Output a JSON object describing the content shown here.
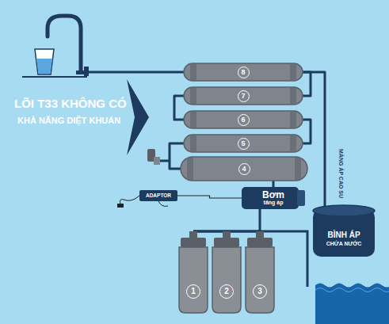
{
  "diagram": {
    "nodes": [
      {
        "text": [
          "8"
        ]
      },
      {
        "text": [
          "7"
        ]
      },
      {
        "text": [
          "6"
        ]
      },
      {
        "text": [
          "5"
        ]
      },
      {
        "text": [
          "4"
        ]
      },
      {
        "text": [
          "Bơm",
          "tăng áp"
        ]
      },
      {
        "text": [
          "BÌNH ÁP",
          "CHỨA NƯỚC"
        ]
      },
      {
        "text": [
          "ADAPTOR"
        ]
      },
      {
        "text": [
          "1"
        ]
      },
      {
        "text": [
          "2"
        ]
      },
      {
        "text": [
          "3"
        ]
      }
    ],
    "edges": [
      {
        "from": 0,
        "to": 1,
        "arrow": "none"
      },
      {
        "from": 1,
        "to": 2,
        "arrow": "none"
      },
      {
        "from": 2,
        "to": 3,
        "arrow": "none"
      },
      {
        "from": 3,
        "to": 4,
        "arrow": "none"
      },
      {
        "from": 4,
        "to": 5,
        "arrow": "none"
      },
      {
        "from": 0,
        "to": 6,
        "arrow": "none"
      },
      {
        "from": 7,
        "to": 5,
        "arrow": "none"
      },
      {
        "from": 8,
        "to": 9,
        "arrow": "none"
      },
      {
        "from": 9,
        "to": 10,
        "arrow": "none"
      },
      {
        "from": 10,
        "to": 5,
        "arrow": "none"
      }
    ],
    "labels": [
      "LÕI T33 KHÔNG CÓ",
      "KHẢ NĂNG DIỆT KHUẨN",
      "MÀNG ÁP CAO SU"
    ]
  }
}
